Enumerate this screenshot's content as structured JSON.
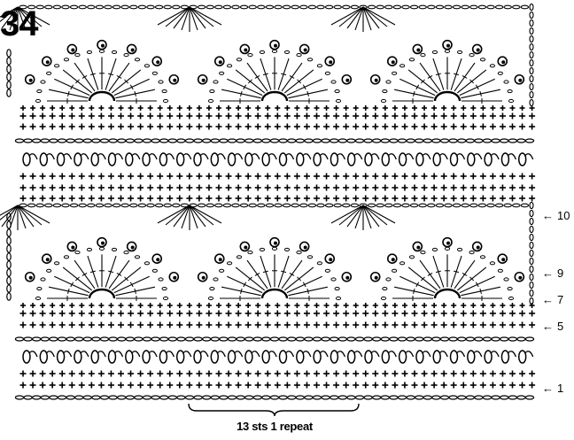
{
  "pattern": {
    "number": "34",
    "repeat_label": "13 sts 1 repeat"
  },
  "row_labels": [
    {
      "id": "row-10",
      "text": "10"
    },
    {
      "id": "row-9",
      "text": "9"
    },
    {
      "id": "row-7",
      "text": "7"
    },
    {
      "id": "row-5",
      "text": "5"
    },
    {
      "id": "row-1",
      "text": "1"
    }
  ],
  "symbols": {
    "single_crochet": "cross",
    "chain": "oval",
    "treble": "stem-with-bars",
    "picot": "circle",
    "cluster": "filled-oval"
  },
  "colors": {
    "ink": "#000000",
    "background": "#ffffff"
  }
}
